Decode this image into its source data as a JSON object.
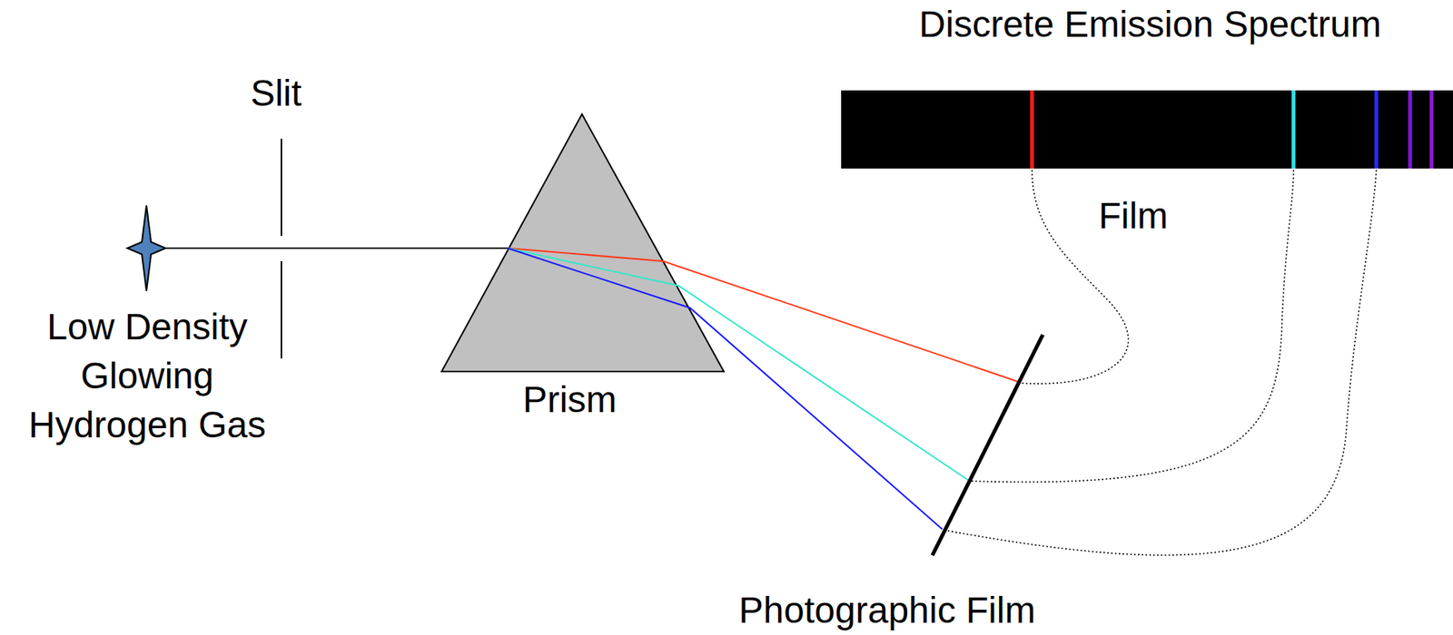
{
  "diagram": {
    "labels": [
      "Discrete Emission Spectrum",
      "Slit",
      "Film",
      "Low Density Glowing Hydrogen Gas",
      "Prism",
      "Photographic Film"
    ]
  }
}
